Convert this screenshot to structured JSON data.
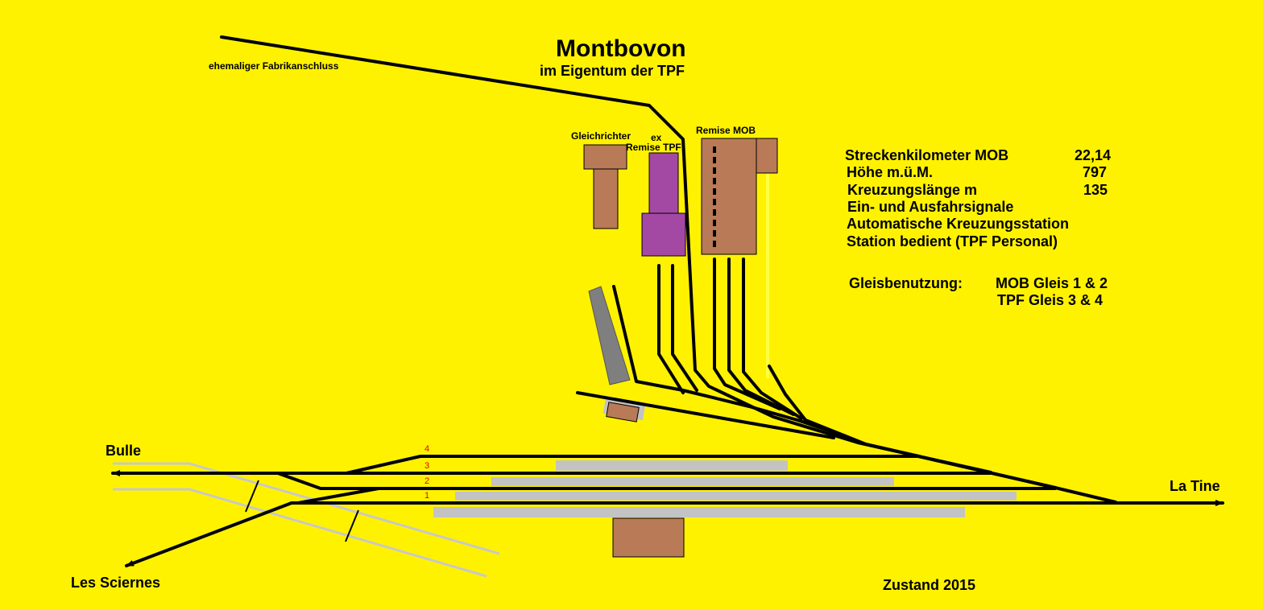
{
  "title": "Montbovon",
  "subtitle": "im Eigentum der TPF",
  "labels": {
    "factory_siding": "ehemaliger Fabrikanschluss",
    "rectifier": "Gleichrichter",
    "ex_shed_line1": "ex",
    "ex_shed_line2": "Remise TPF",
    "shed_mob": "Remise MOB"
  },
  "info": {
    "km_label": "Streckenkilometer MOB",
    "km_value": "22,14",
    "height_label": "Höhe  m.ü.M.",
    "height_value": "797",
    "crossing_label": "Kreuzungslänge  m",
    "crossing_value": "135",
    "line4": "Ein- und Ausfahrsignale",
    "line5": "Automatische Kreuzungsstation",
    "line6": "Station bedient (TPF Personal)",
    "usage_label": "Gleisbenutzung:",
    "usage_row1": "MOB  Gleis  1 & 2",
    "usage_row2": "TPF   Gleis  3 & 4"
  },
  "destinations": {
    "bulle": "Bulle",
    "la_tine": "La Tine",
    "les_sciernes": "Les Sciernes"
  },
  "track_numbers": [
    "4",
    "3",
    "2",
    "1"
  ],
  "status": "Zustand  2015",
  "colors": {
    "background": "#fff200",
    "track": "#000000",
    "building": "#b97a57",
    "ex_shed": "#a349a4",
    "platform": "#c3c3c3",
    "loading_ramp": "#7f7f7f",
    "track_number": "#e00000"
  }
}
